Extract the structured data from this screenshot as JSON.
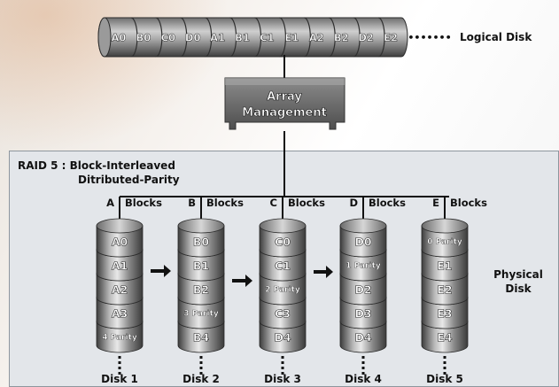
{
  "logical_disk": {
    "blocks": [
      "A0",
      "B0",
      "C0",
      "D0",
      "A1",
      "B1",
      "C1",
      "E1",
      "A2",
      "B2",
      "D2",
      "E2"
    ],
    "ellipsis": "•••••••",
    "label": "Logical Disk"
  },
  "array_management": {
    "line1": "Array",
    "line2": "Management"
  },
  "raid": {
    "title_line1": "RAID 5 : Block-Interleaved",
    "title_line2": "Ditributed-Parity",
    "blocks_word": "Blocks"
  },
  "disks": [
    {
      "letter": "A",
      "name": "Disk 1",
      "blocks": [
        "A0",
        "A1",
        "A2",
        "A3",
        "4 Parity"
      ],
      "parity_index": 4
    },
    {
      "letter": "B",
      "name": "Disk 2",
      "blocks": [
        "B0",
        "B1",
        "B2",
        "3 Parity",
        "B4"
      ],
      "parity_index": 3
    },
    {
      "letter": "C",
      "name": "Disk 3",
      "blocks": [
        "C0",
        "C1",
        "2 Parity",
        "C3",
        "D4"
      ],
      "parity_index": 2
    },
    {
      "letter": "D",
      "name": "Disk 4",
      "blocks": [
        "D0",
        "1 Parity",
        "D2",
        "D3",
        "D4"
      ],
      "parity_index": 1
    },
    {
      "letter": "E",
      "name": "Disk 5",
      "blocks": [
        "0 Parity",
        "E1",
        "E2",
        "E3",
        "E4"
      ],
      "parity_index": 0
    }
  ],
  "physical_disk": {
    "line1": "Physical",
    "line2": "Disk"
  },
  "colors": {
    "cylinder_light": "#d4d4d4",
    "cylinder_dark": "#3a3a3a",
    "text_dark": "#111111",
    "box_fill": "#6f6f6f"
  }
}
